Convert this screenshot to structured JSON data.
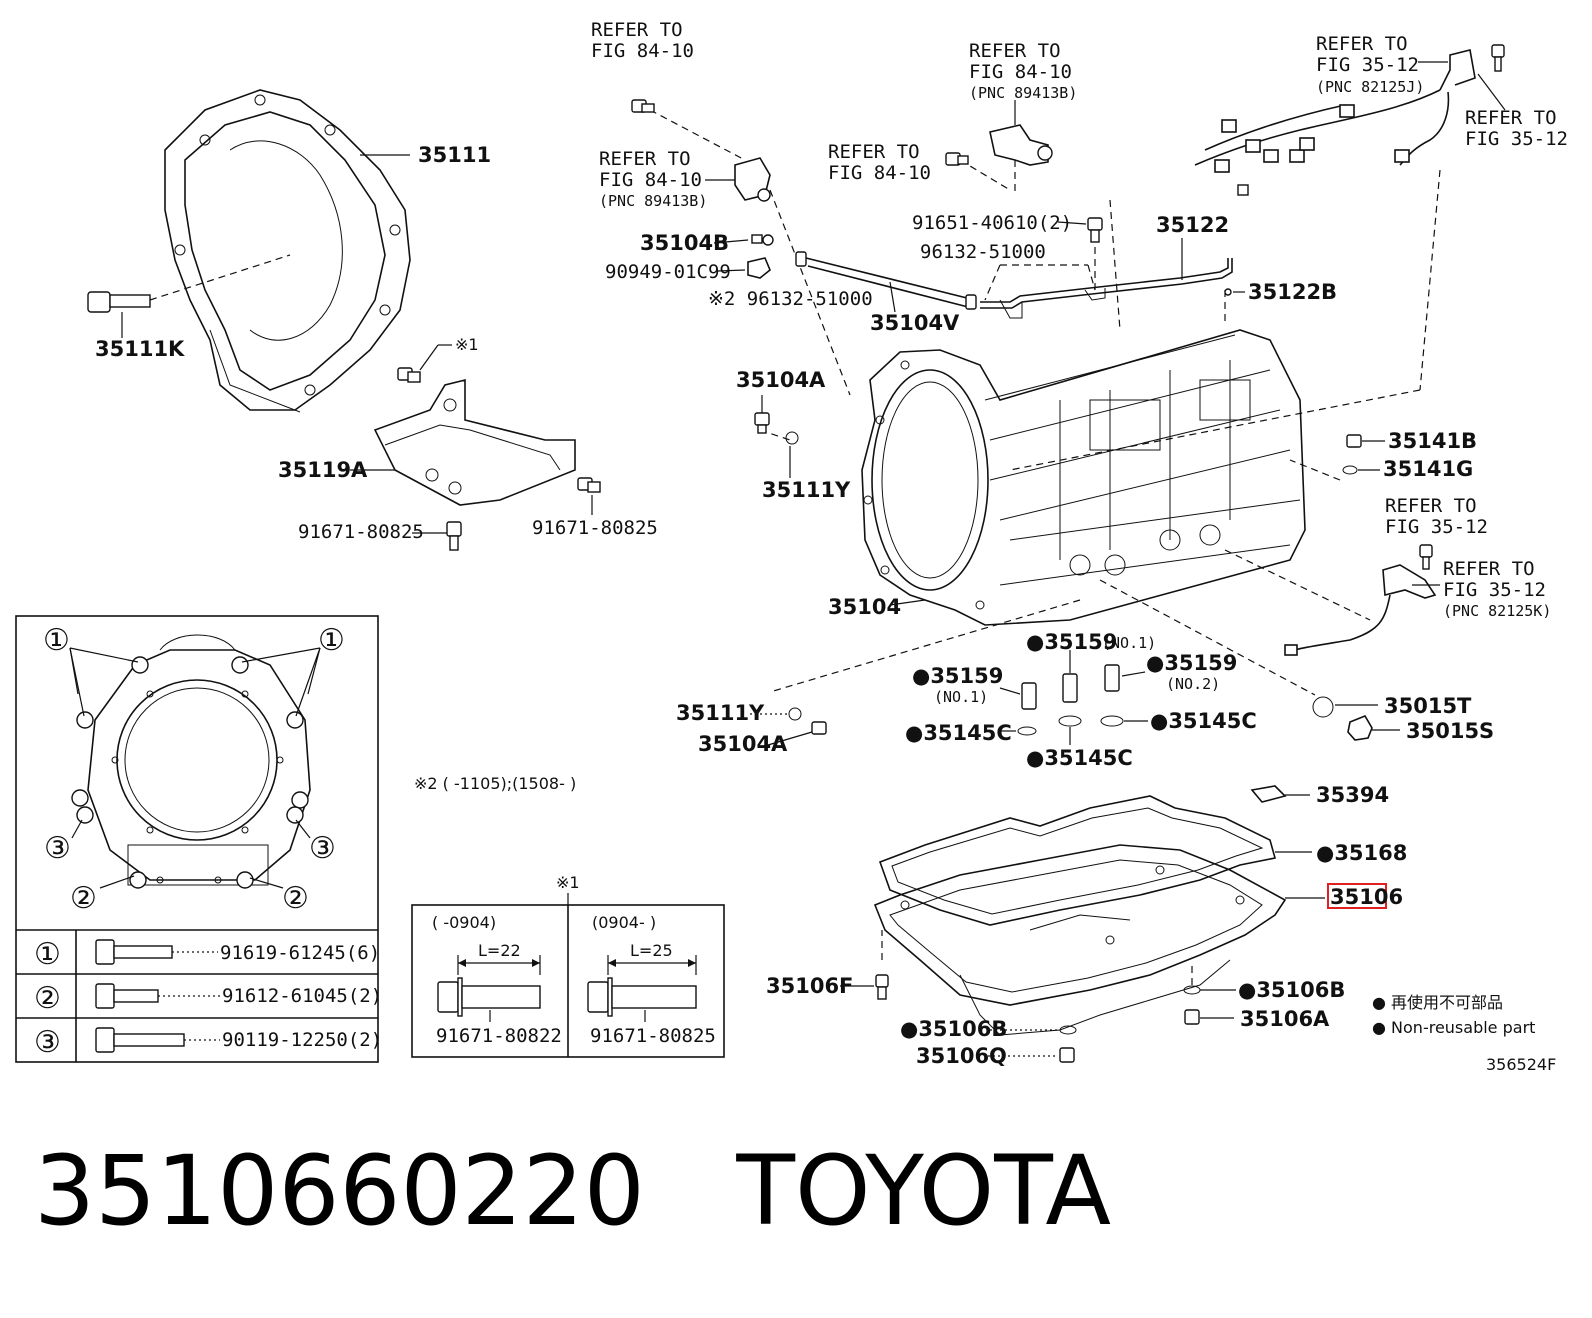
{
  "callouts": {
    "c35111": "35111",
    "c35111K": "35111K",
    "c35119A": "35119A",
    "c91671a": "91671-80825",
    "c91671b": "91671-80825",
    "ref1a": "REFER TO",
    "ref1b": "FIG 84-10",
    "ref2a": "REFER TO",
    "ref2b": "FIG 84-10",
    "ref2c": "(PNC 89413B)",
    "ref3a": "REFER TO",
    "ref3b": "FIG 84-10",
    "ref3c": "(PNC 89413B)",
    "ref4a": "REFER TO",
    "ref4b": "FIG 84-10",
    "ref5a": "REFER TO",
    "ref5b": "FIG 35-12",
    "ref5c": "(PNC 82125J)",
    "ref6a": "REFER TO",
    "ref6b": "FIG 35-12",
    "ref7a": "REFER TO",
    "ref7b": "FIG 35-12",
    "ref8a": "REFER TO",
    "ref8b": "FIG 35-12",
    "ref8c": "(PNC 82125K)",
    "c35104B": "35104B",
    "c90949": "90949-01C99",
    "c96132a": "※2 96132-51000",
    "c35104V": "35104V",
    "c91651": "91651-40610(2)",
    "c96132b": "96132-51000",
    "c35122": "35122",
    "c35122B": "35122B",
    "c35104A_top": "35104A",
    "c35111Y_top": "35111Y",
    "c35141B": "35141B",
    "c35141G": "35141G",
    "c35104": "35104",
    "c35159a": "●35159",
    "c35159a_no": "(NO.1)",
    "c35159b": "●35159",
    "c35159b_no": "(NO.1)",
    "c35159c": "●35159",
    "c35159c_no": "(NO.2)",
    "c35145Ca": "●35145C",
    "c35145Cb": "●35145C",
    "c35145Cc": "●35145C",
    "c35111Y_bot": "35111Y",
    "c35104A_bot": "35104A",
    "c35015T": "35015T",
    "c35015S": "35015S",
    "c35394": "35394",
    "c35168": "●35168",
    "c35106": "35106",
    "c35106F": "35106F",
    "c35106B_r": "●35106B",
    "c35106A": "35106A",
    "c35106B_l": "●35106B",
    "c35106Q": "35106Q",
    "c_mark1": "※1",
    "c_mark2_note": "※2 (       -1105);(1508-       )",
    "legend_jp": "● 再使用不可部品",
    "legend_en": "● Non-reusable part",
    "fig_code": "356524F"
  },
  "inset_bolts": {
    "n1": "①",
    "n2": "②",
    "n3": "③",
    "rows": [
      {
        "num": "①",
        "part": "91619-61245(6)"
      },
      {
        "num": "②",
        "part": "91612-61045(2)"
      },
      {
        "num": "③",
        "part": "90119-12250(2)"
      }
    ]
  },
  "inset_len": {
    "mark": "※1",
    "col1_head": "(       -0904)",
    "col2_head": "(0904-       )",
    "col1_len": "L=22",
    "col2_len": "L=25",
    "col1_part": "91671-80822",
    "col2_part": "91671-80825"
  },
  "footer": {
    "part_number": "3510660220",
    "brand": "TOYOTA"
  },
  "colors": {
    "highlight": "#e02020",
    "line": "#111111"
  }
}
